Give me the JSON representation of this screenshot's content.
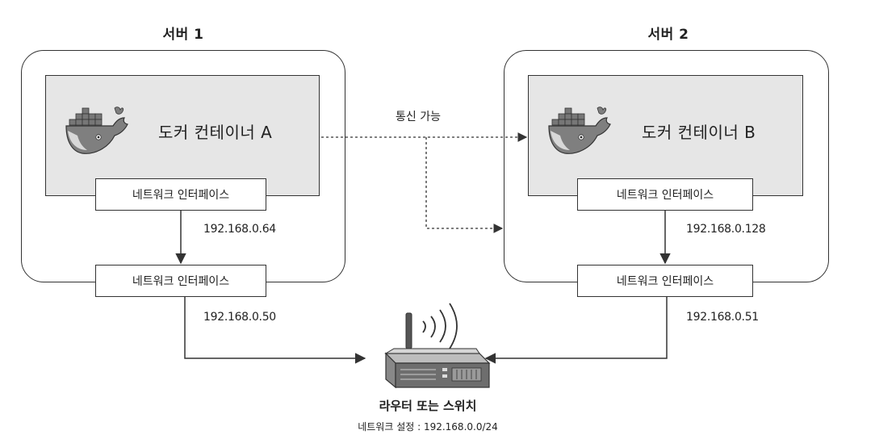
{
  "server1": {
    "title": "서버 1",
    "container_label": "도커 컨테이너 A",
    "container_nic_label": "네트워크 인터페이스",
    "container_ip": "192.168.0.64",
    "host_nic_label": "네트워크 인터페이스",
    "host_ip": "192.168.0.50"
  },
  "server2": {
    "title": "서버 2",
    "container_label": "도커 컨테이너 B",
    "container_nic_label": "네트워크 인터페이스",
    "container_ip": "192.168.0.128",
    "host_nic_label": "네트워크 인터페이스",
    "host_ip": "192.168.0.51"
  },
  "link_label": "통신 가능",
  "router": {
    "caption": "라우터 또는 스위치",
    "network_setting": "네트워크 설정 : 192.168.0.0/24"
  },
  "icons": [
    "docker-whale-icon",
    "router-icon",
    "wifi-signal-icon"
  ],
  "colors": {
    "container_fill": "#e6e6e6",
    "line": "#333333"
  }
}
